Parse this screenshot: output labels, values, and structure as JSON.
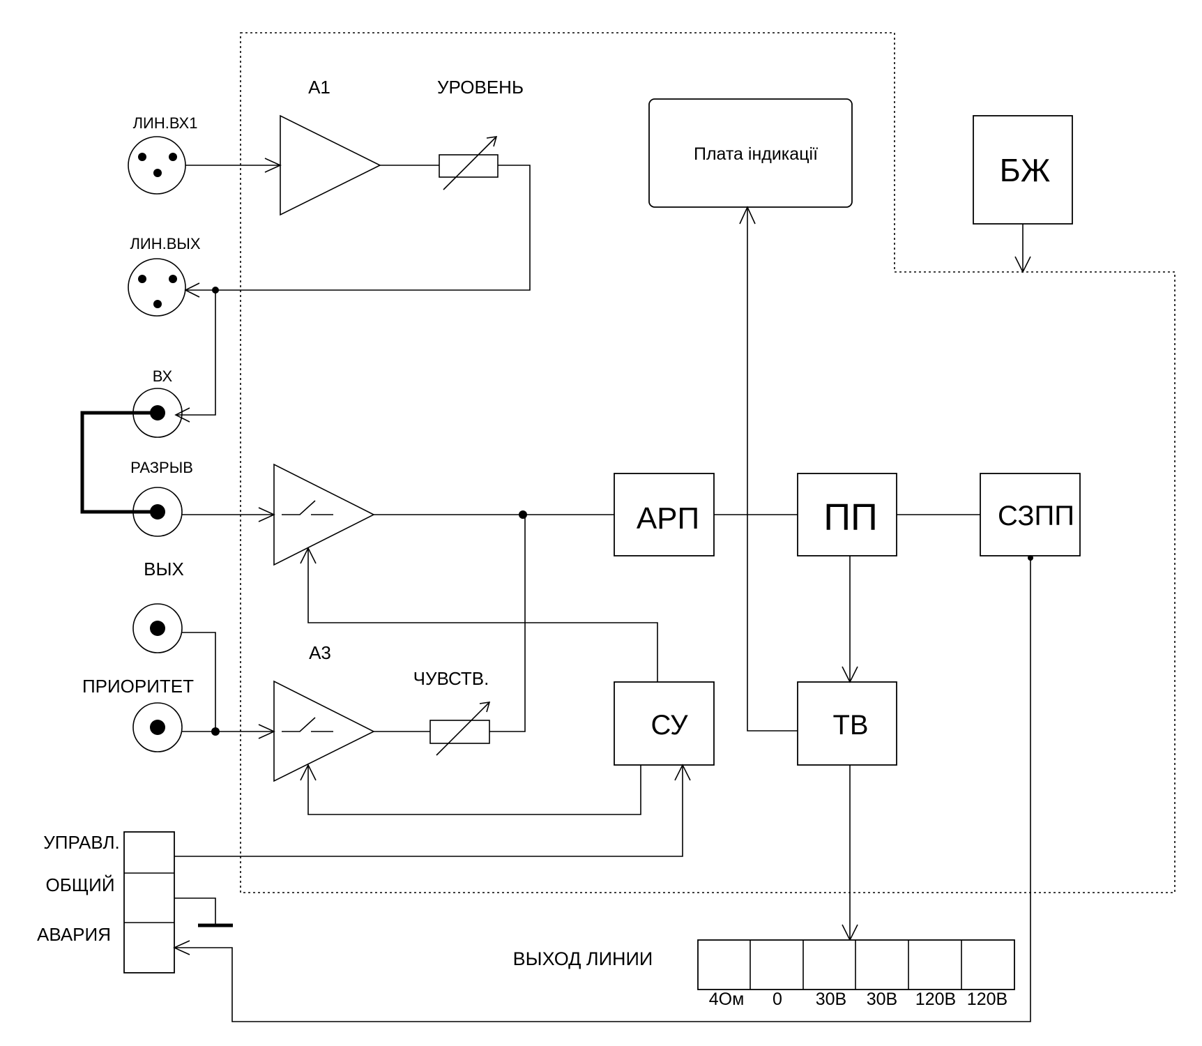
{
  "connectors": {
    "line_in1": "ЛИН.ВХ1",
    "line_out": "ЛИН.ВЫХ",
    "in": "ВХ",
    "break": "РАЗРЫВ",
    "out": "ВЫХ",
    "priority": "ПРИОРИТЕТ"
  },
  "amplifiers": {
    "a1": "А1",
    "a3": "А3"
  },
  "controls": {
    "level": "УРОВЕНЬ",
    "sensitivity": "ЧУВСТВ."
  },
  "blocks": {
    "indication": "Плата індикації",
    "psu": "БЖ",
    "arp": "АРП",
    "pp": "ПП",
    "szpp": "СЗПП",
    "su": "СУ",
    "tv": "ТВ"
  },
  "control_terminal": {
    "control": "УПРАВЛ.",
    "common": "ОБЩИЙ",
    "alarm": "АВАРИЯ"
  },
  "line_output": {
    "label": "ВЫХОД ЛИНИИ",
    "terminals": [
      "4Ом",
      "0",
      "30В",
      "30В",
      "120В",
      "120В"
    ]
  }
}
